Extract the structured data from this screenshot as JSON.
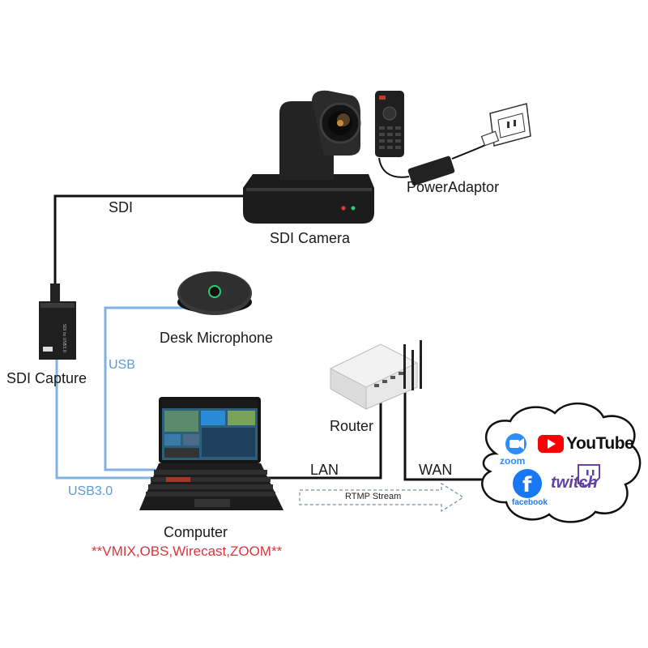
{
  "labels": {
    "sdi_cable": "SDI",
    "sdi_camera": "SDI Camera",
    "power_adaptor": "PowerAdaptor",
    "sdi_capture": "SDI Capture",
    "desk_microphone": "Desk Microphone",
    "usb": "USB",
    "usb3": "USB3.0",
    "router": "Router",
    "lan": "LAN",
    "wan": "WAN",
    "rtmp_stream": "RTMP Stream",
    "computer": "Computer",
    "software": "**VMIX,OBS,Wirecast,ZOOM**"
  },
  "platforms": {
    "zoom": "zoom",
    "youtube": "YouTube",
    "facebook": "facebook",
    "twitch": "twitch"
  },
  "colors": {
    "cable_black": "#111111",
    "usb_blue": "#7fb2e0",
    "software_red": "#d9363e",
    "zoom_blue": "#2d8cff",
    "youtube_red": "#ff0000",
    "facebook_blue": "#1877f2",
    "twitch_purple": "#6441a5"
  }
}
